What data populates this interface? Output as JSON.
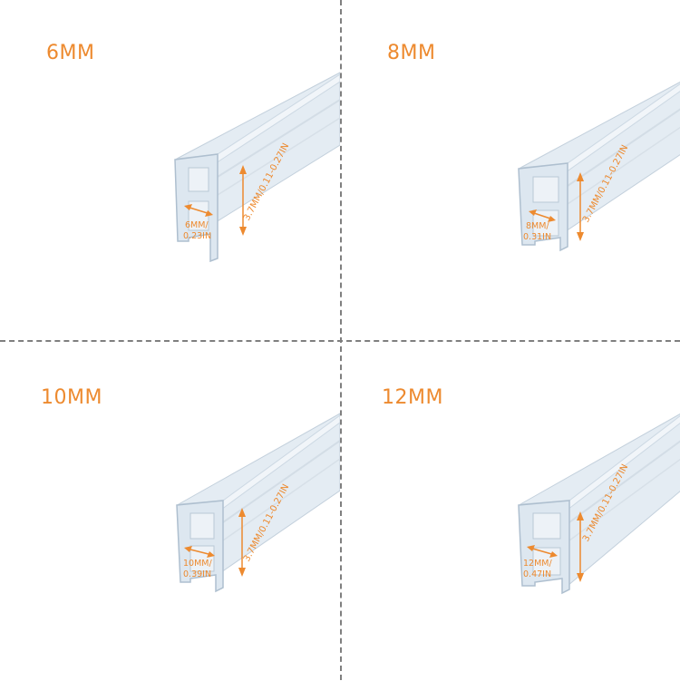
{
  "panels": [
    {
      "title": "6MM",
      "height_label": "3.7MM/0.11-0.27IN",
      "width_label_line1": "6MM/",
      "width_label_line2": "0.23IN"
    },
    {
      "title": "8MM",
      "height_label": "3.7MM/0.11-0.27IN",
      "width_label_line1": "8MM/",
      "width_label_line2": "0.31IN"
    },
    {
      "title": "10MM",
      "height_label": "3.7MM/0.11-0.27IN",
      "width_label_line1": "10MM/",
      "width_label_line2": "0.39IN"
    },
    {
      "title": "12MM",
      "height_label": "3.7MM/0.11-0.27IN",
      "width_label_line1": "12MM/",
      "width_label_line2": "0.47IN"
    }
  ],
  "colors": {
    "accent": "#ed8a2f",
    "divider": "#7f7f7f",
    "seal_body": "#dfe8f0",
    "seal_edge": "#b7c6d4"
  }
}
